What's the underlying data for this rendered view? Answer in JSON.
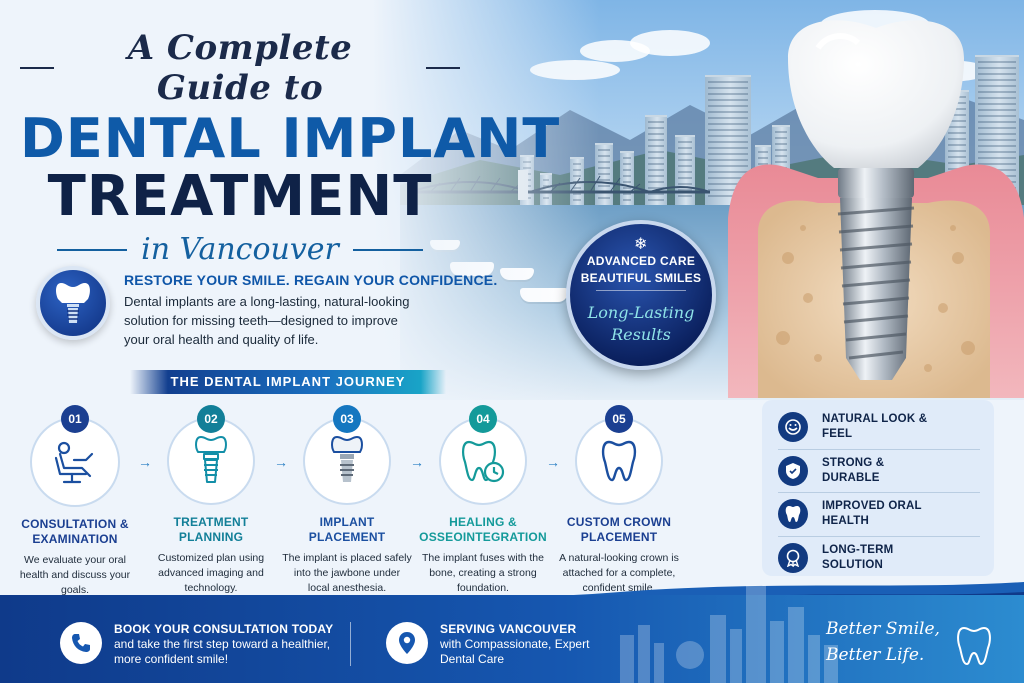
{
  "title": {
    "line1": "A Complete Guide to",
    "line2": "DENTAL IMPLANT",
    "line3": "TREATMENT",
    "line4": "in Vancouver"
  },
  "intro": {
    "heading": "RESTORE YOUR SMILE. REGAIN YOUR CONFIDENCE.",
    "body": "Dental implants are a long-lasting, natural-looking solution for missing teeth—designed to improve your oral health and quality of life."
  },
  "badge": {
    "line1": "ADVANCED CARE",
    "line2": "BEAUTIFUL SMILES",
    "script": "Long-Lasting Results",
    "icon": "maple-leaf-icon"
  },
  "journey": {
    "heading": "THE DENTAL IMPLANT JOURNEY",
    "steps": [
      {
        "num": "01",
        "title": "CONSULTATION & EXAMINATION",
        "desc": "We evaluate your oral health and discuss your goals.",
        "icon": "dental-chair-icon",
        "color": "#1b3f91"
      },
      {
        "num": "02",
        "title": "TREATMENT PLANNING",
        "desc": "Customized plan using advanced imaging and technology.",
        "icon": "implant-icon",
        "color": "#127f98"
      },
      {
        "num": "03",
        "title": "IMPLANT PLACEMENT",
        "desc": "The implant is placed safely into the jawbone under local anesthesia.",
        "icon": "implant-screw-icon",
        "color": "#1577c0"
      },
      {
        "num": "04",
        "title": "HEALING & OSSEOINTEGRATION",
        "desc": "The implant fuses with the bone, creating a strong foundation.",
        "icon": "tooth-clock-icon",
        "color": "#149a9a"
      },
      {
        "num": "05",
        "title": "CUSTOM CROWN PLACEMENT",
        "desc": "A natural-looking crown is attached for a complete, confident smile.",
        "icon": "tooth-icon",
        "color": "#1b3f91"
      }
    ]
  },
  "benefits": [
    {
      "label": "NATURAL LOOK & FEEL",
      "icon": "smile-icon"
    },
    {
      "label": "STRONG & DURABLE",
      "icon": "shield-icon"
    },
    {
      "label": "IMPROVED ORAL HEALTH",
      "icon": "tooth-icon"
    },
    {
      "label": "LONG-TERM SOLUTION",
      "icon": "award-icon"
    }
  ],
  "footer": {
    "book_title": "BOOK YOUR CONSULTATION TODAY",
    "book_body": "and take the first step toward a healthier, more confident smile!",
    "serve_title": "SERVING VANCOUVER",
    "serve_body": "with Compassionate, Expert Dental Care",
    "tagline1": "Better Smile,",
    "tagline2": "Better Life.",
    "icons": [
      "phone-icon",
      "location-pin-icon",
      "tooth-outline-icon"
    ]
  },
  "colors": {
    "primary": "#0f56a8",
    "navy": "#0f2247",
    "teal": "#149a9a",
    "footer": "#1657b0"
  }
}
